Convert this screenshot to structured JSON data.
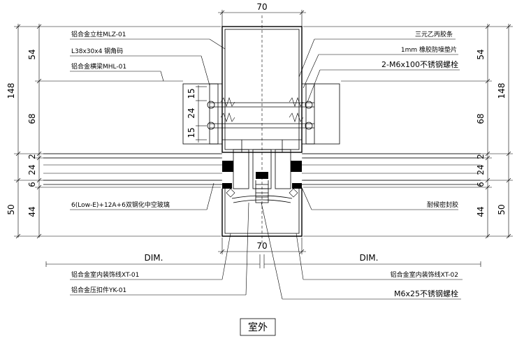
{
  "dimensions": {
    "top_width": "70",
    "bottom_width": "70",
    "left": [
      "54",
      "68",
      "2",
      "24",
      "6",
      "44"
    ],
    "left_outer": [
      "148",
      "50"
    ],
    "left_inner": [
      "15",
      "24",
      "15"
    ],
    "right": [
      "54",
      "68",
      "2",
      "24",
      "6",
      "44"
    ],
    "right_outer": [
      "148",
      "50"
    ],
    "dim_left": "DIM.",
    "dim_right": "DIM."
  },
  "labels": {
    "mullion": "铝合金立柱MLZ-01",
    "angle": "L38x30x4 钢角码",
    "transom": "铝合金横梁MHL-01",
    "glass": "6(Low-E)+12A+6双钢化中空玻璃",
    "deco_left": "铝合金室内装饰线XT-01",
    "clamp": "铝合金压扣件YK-01",
    "epdm": "三元乙丙胶条",
    "pad": "1mm 橡胶防噪垫片",
    "bolt": "2-M6x100不锈钢螺栓",
    "sealant": "耐候密封胶",
    "deco_right": "铝合金室内装饰线XT-02",
    "screw": "M6x25不锈钢螺栓"
  },
  "outside_label": "室外"
}
